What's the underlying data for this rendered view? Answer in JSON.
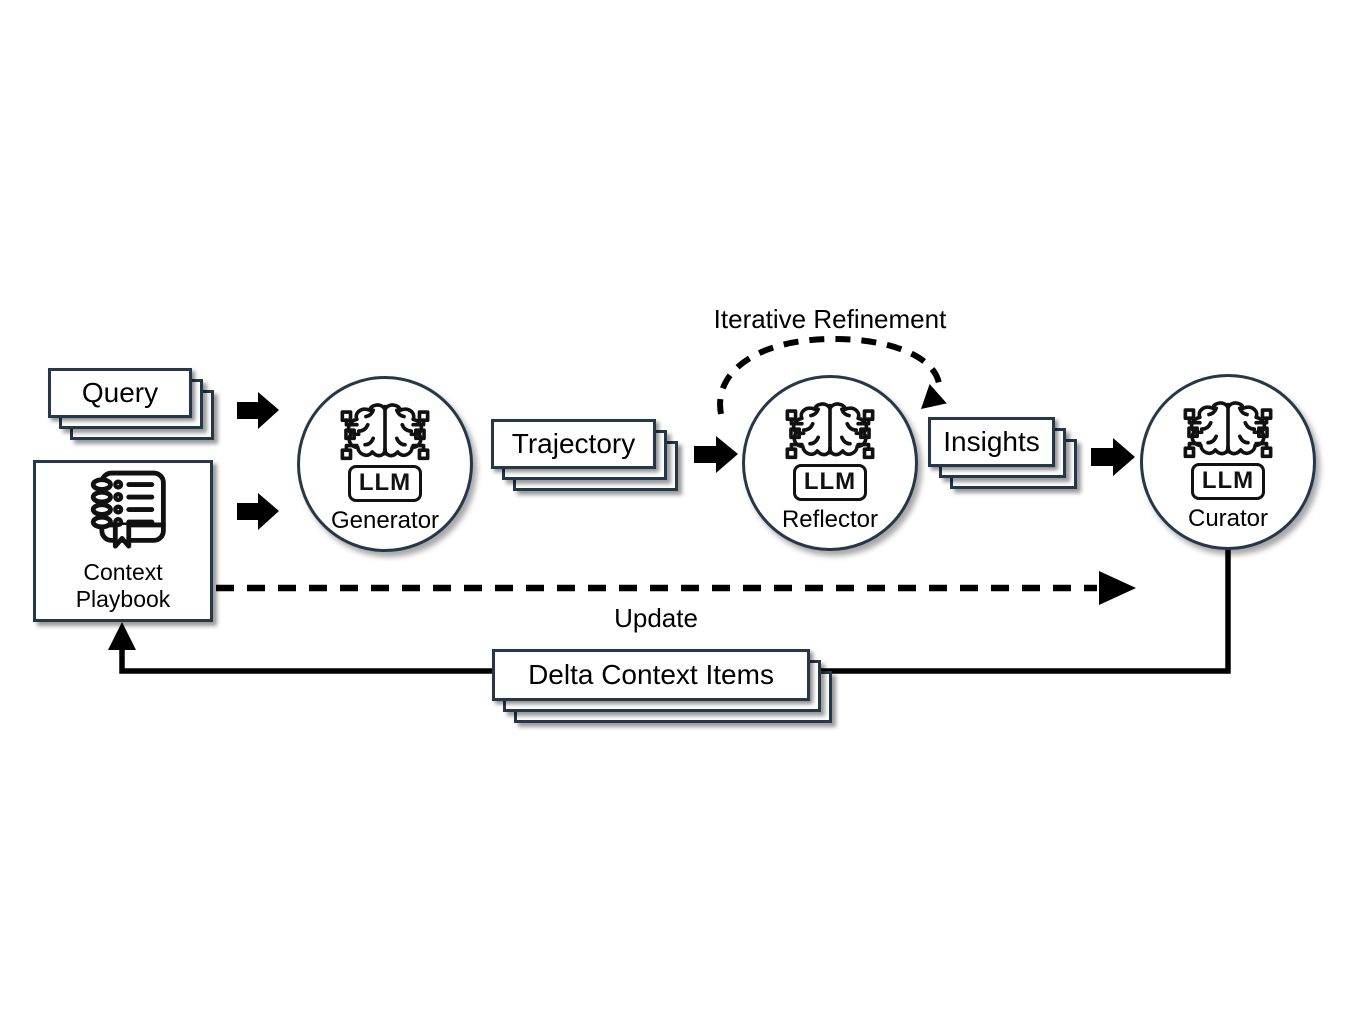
{
  "diagram": {
    "background": "#ffffff",
    "colors": {
      "box_border": "#24384a",
      "icon_stroke": "#111111",
      "connector": "#000000",
      "text": "#000000"
    },
    "labels": {
      "iterative_refinement": "Iterative Refinement",
      "update": "Update"
    },
    "nodes": {
      "query": {
        "label": "Query"
      },
      "context_playbook": {
        "line1": "Context",
        "line2": "Playbook",
        "icon": "notebook-icon"
      },
      "generator": {
        "badge": "LLM",
        "label": "Generator",
        "icon": "brain-circuit-icon"
      },
      "trajectory": {
        "label": "Trajectory"
      },
      "reflector": {
        "badge": "LLM",
        "label": "Reflector",
        "icon": "brain-circuit-icon"
      },
      "insights": {
        "label": "Insights"
      },
      "curator": {
        "badge": "LLM",
        "label": "Curator",
        "icon": "brain-circuit-icon"
      },
      "delta_context_items": {
        "label": "Delta Context Items"
      }
    }
  }
}
